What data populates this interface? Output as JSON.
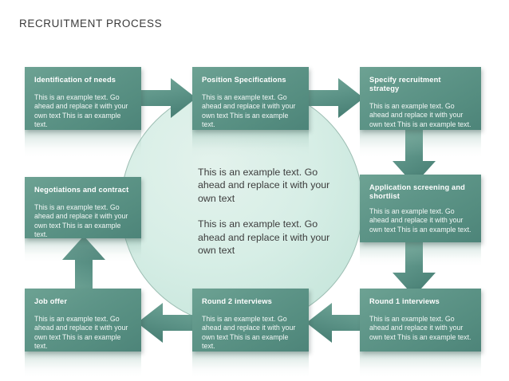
{
  "page": {
    "title": "RECRUITMENT PROCESS",
    "accent_color": "#5e9588",
    "circle_color": "#d7eee6",
    "background_color": "#ffffff",
    "text_color_dark": "#3d3d3d",
    "text_color_light": "#ffffff"
  },
  "center": {
    "paragraph_1": "This is an example text. Go ahead and replace it with your own text",
    "paragraph_2": "This is an example text. Go ahead and replace it with your own text"
  },
  "body_text": "This is an example text. Go ahead and replace it with your own text This is an example text.",
  "steps": [
    {
      "id": "identification-of-needs",
      "title": "Identification of needs",
      "body": "This is an example text. Go ahead and replace it with your own text This is an example text."
    },
    {
      "id": "position-specifications",
      "title": "Position Specifications",
      "body": "This is an example text. Go ahead and replace it with your own text This is an example text."
    },
    {
      "id": "specify-recruitment-strategy",
      "title": "Specify recruitment strategy",
      "body": "This is an example text. Go ahead and replace it with your own text This is an example text."
    },
    {
      "id": "application-screening-and-shortlist",
      "title": "Application screening and shortlist",
      "body": "This is an example text. Go ahead and replace it with your own text This is an example text."
    },
    {
      "id": "round-1-interviews",
      "title": "Round 1 interviews",
      "body": "This is an example text. Go ahead and replace it with your own text This is an example text."
    },
    {
      "id": "round-2-interviews",
      "title": "Round 2 interviews",
      "body": "This is an example text. Go ahead and replace it with your own text This is an example text."
    },
    {
      "id": "job-offer",
      "title": "Job offer",
      "body": "This is an example text. Go ahead and replace it with your own text This is an example text."
    },
    {
      "id": "negotiations-and-contract",
      "title": "Negotiations and contract",
      "body": "This is an example text. Go ahead and replace it with your own text This is an example text."
    }
  ],
  "arrows": [
    {
      "id": "arrow-needs-to-position",
      "direction": "right"
    },
    {
      "id": "arrow-position-to-strategy",
      "direction": "right"
    },
    {
      "id": "arrow-strategy-to-screening",
      "direction": "down"
    },
    {
      "id": "arrow-screening-to-round1",
      "direction": "down"
    },
    {
      "id": "arrow-round1-to-round2",
      "direction": "left"
    },
    {
      "id": "arrow-round2-to-joboffer",
      "direction": "left"
    },
    {
      "id": "arrow-joboffer-to-negotiations",
      "direction": "up"
    }
  ]
}
